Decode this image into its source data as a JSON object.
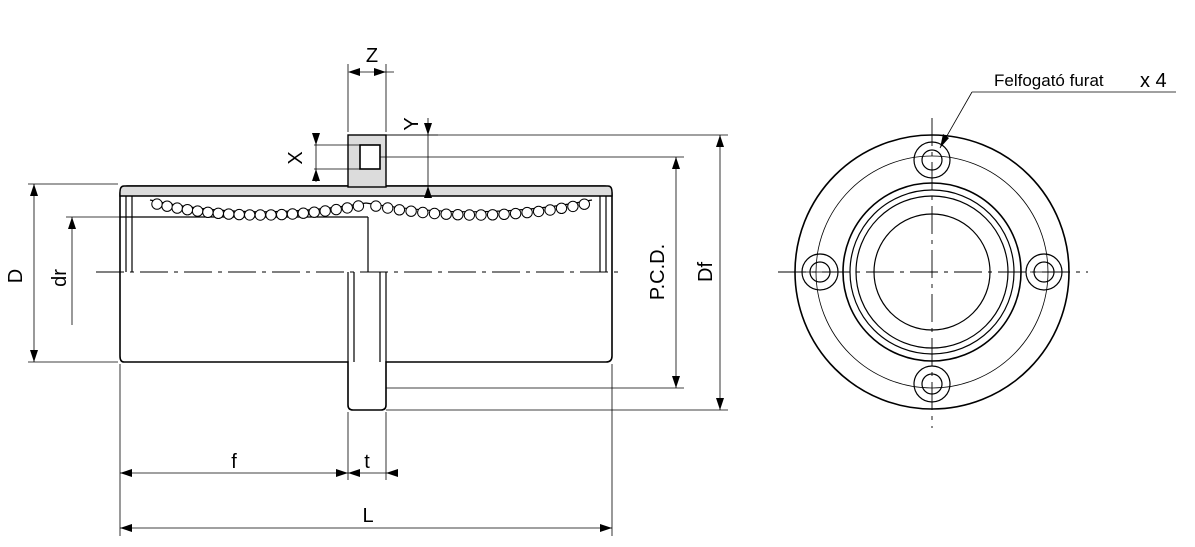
{
  "labels": {
    "Z": "Z",
    "Y": "Y",
    "X": "X",
    "D": "D",
    "dr": "dr",
    "PCD": "P.C.D.",
    "Df": "Df",
    "f": "f",
    "t": "t",
    "L": "L"
  },
  "callout": {
    "text": "Felfogató furat",
    "suffix": "x 4"
  }
}
